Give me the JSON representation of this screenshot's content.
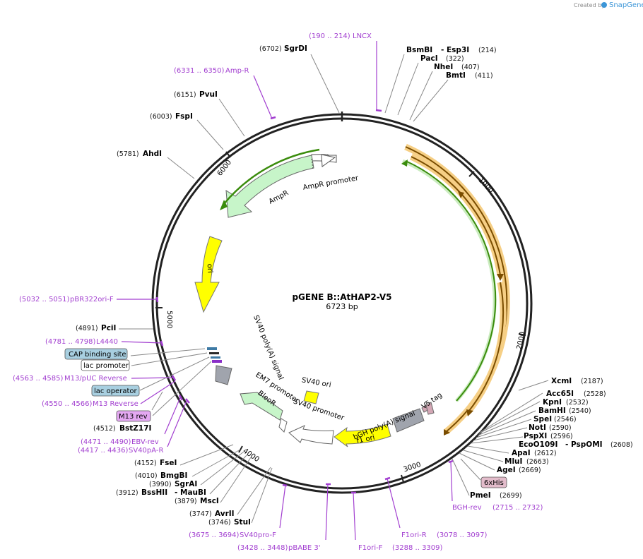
{
  "credit": {
    "created_by": "Created by",
    "brand": "SnapGene"
  },
  "plasmid": {
    "name": "pGENE B::AtHAP2-V5",
    "size": "6723 bp"
  },
  "ticks": [
    "1000",
    "2000",
    "3000",
    "4000",
    "5000",
    "6000"
  ],
  "features": {
    "ampr_promoter": "AmpR promoter",
    "ampr": "AmpR",
    "ori": "ori",
    "sv40_polya": "SV40 poly(A) signal",
    "em7_promoter": "EM7 promoter",
    "bleor": "BleoR",
    "sv40_ori": "SV40 ori",
    "sv40_promoter": "SV40 promoter",
    "bgh_polya": "bGH poly(A) signal",
    "v5_tag": "V5 tag",
    "f1_ori": "f1 ori",
    "cap_site": "CAP binding site",
    "lac_promoter": "lac promoter",
    "lac_operator": "lac operator",
    "m13_rev": "M13 rev",
    "his_tag": "6xHis"
  },
  "enzymes": [
    {
      "name": "SgrDI",
      "pos": "(6702)"
    },
    {
      "name": "BsmBI",
      "pos": ""
    },
    {
      "name": "- Esp3I",
      "pos": "(214)"
    },
    {
      "name": "PacI",
      "pos": "(322)"
    },
    {
      "name": "NheI",
      "pos": "(407)"
    },
    {
      "name": "BmtI",
      "pos": "(411)"
    },
    {
      "name": "PvuI",
      "pos": "(6151)"
    },
    {
      "name": "FspI",
      "pos": "(6003)"
    },
    {
      "name": "AhdI",
      "pos": "(5781)"
    },
    {
      "name": "PciI",
      "pos": "(4891)"
    },
    {
      "name": "BstZ17I",
      "pos": "(4512)"
    },
    {
      "name": "FseI",
      "pos": "(4152)"
    },
    {
      "name": "BmgBI",
      "pos": "(4010)"
    },
    {
      "name": "SgrAI",
      "pos": "(3990)"
    },
    {
      "name": "BssHII",
      "pos": "(3912)"
    },
    {
      "name": "- MauBI",
      "pos": ""
    },
    {
      "name": "MscI",
      "pos": "(3879)"
    },
    {
      "name": "AvrII",
      "pos": "(3747)"
    },
    {
      "name": "StuI",
      "pos": "(3746)"
    },
    {
      "name": "XcmI",
      "pos": "(2187)"
    },
    {
      "name": "Acc65I",
      "pos": "(2528)"
    },
    {
      "name": "KpnI",
      "pos": "(2532)"
    },
    {
      "name": "BamHI",
      "pos": "(2540)"
    },
    {
      "name": "SpeI",
      "pos": "(2546)"
    },
    {
      "name": "NotI",
      "pos": "(2590)"
    },
    {
      "name": "PspXI",
      "pos": "(2596)"
    },
    {
      "name": "EcoO109I",
      "pos": ""
    },
    {
      "name": "- PspOMI",
      "pos": "(2608)"
    },
    {
      "name": "ApaI",
      "pos": "(2612)"
    },
    {
      "name": "MluI",
      "pos": "(2663)"
    },
    {
      "name": "AgeI",
      "pos": "(2669)"
    },
    {
      "name": "PmeI",
      "pos": "(2699)"
    }
  ],
  "primers": [
    {
      "range": "(190 .. 214)",
      "name": "LNCX"
    },
    {
      "range": "(6331 .. 6350)",
      "name": "Amp-R"
    },
    {
      "range": "(5032 .. 5051)",
      "name": "pBR322ori-F"
    },
    {
      "range": "(4781 .. 4798)",
      "name": "L4440"
    },
    {
      "range": "(4563 .. 4585)",
      "name": "M13/pUC Reverse"
    },
    {
      "range": "(4550 .. 4566)",
      "name": "M13 Reverse"
    },
    {
      "range": "(4471 .. 4490)",
      "name": "EBV-rev"
    },
    {
      "range": "(4417 .. 4436)",
      "name": "SV40pA-R"
    },
    {
      "range": "(3675 .. 3694)",
      "name": "SV40pro-F"
    },
    {
      "range": "(3428 .. 3448)",
      "name": "pBABE 3'"
    },
    {
      "range": "(3288 .. 3309)",
      "name": "F1ori-F"
    },
    {
      "range": "(3078 .. 3097)",
      "name": "F1ori-R"
    },
    {
      "range": "(2715 .. 2732)",
      "name": "BGH-rev"
    }
  ]
}
